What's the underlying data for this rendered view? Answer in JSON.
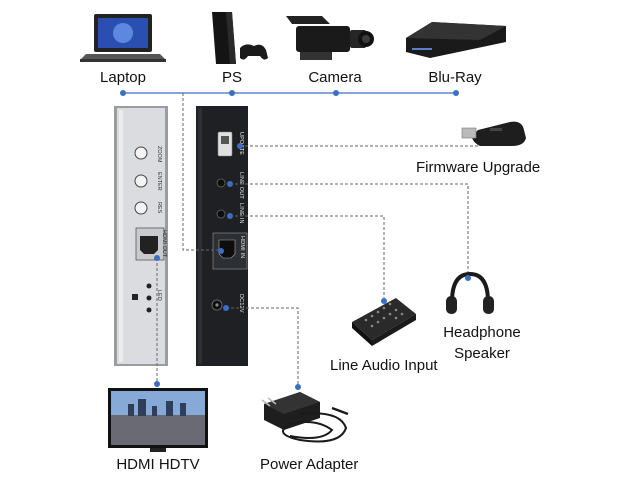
{
  "sources": {
    "laptop": "Laptop",
    "ps": "PS",
    "camera": "Camera",
    "bluray": "Blu-Ray"
  },
  "front_panel": {
    "buttons": [
      "ZOOM",
      "ENTER",
      "RES"
    ],
    "hdmi_out": "HDMI OUT",
    "led": "LED"
  },
  "rear_panel": {
    "ports": [
      "UPDATE",
      "LINE OUT",
      "LINE IN",
      "HDMI IN",
      "DC12V"
    ]
  },
  "outputs": {
    "firmware": "Firmware Upgrade",
    "headphone_line1": "Headphone",
    "headphone_line2": "Speaker",
    "line_audio": "Line Audio Input",
    "power": "Power Adapter",
    "hdtv": "HDMI HDTV"
  },
  "colors": {
    "line": "#3a6fc4",
    "dashed": "#666666",
    "front_panel": "#dadce0",
    "rear_panel": "#1e2024"
  }
}
